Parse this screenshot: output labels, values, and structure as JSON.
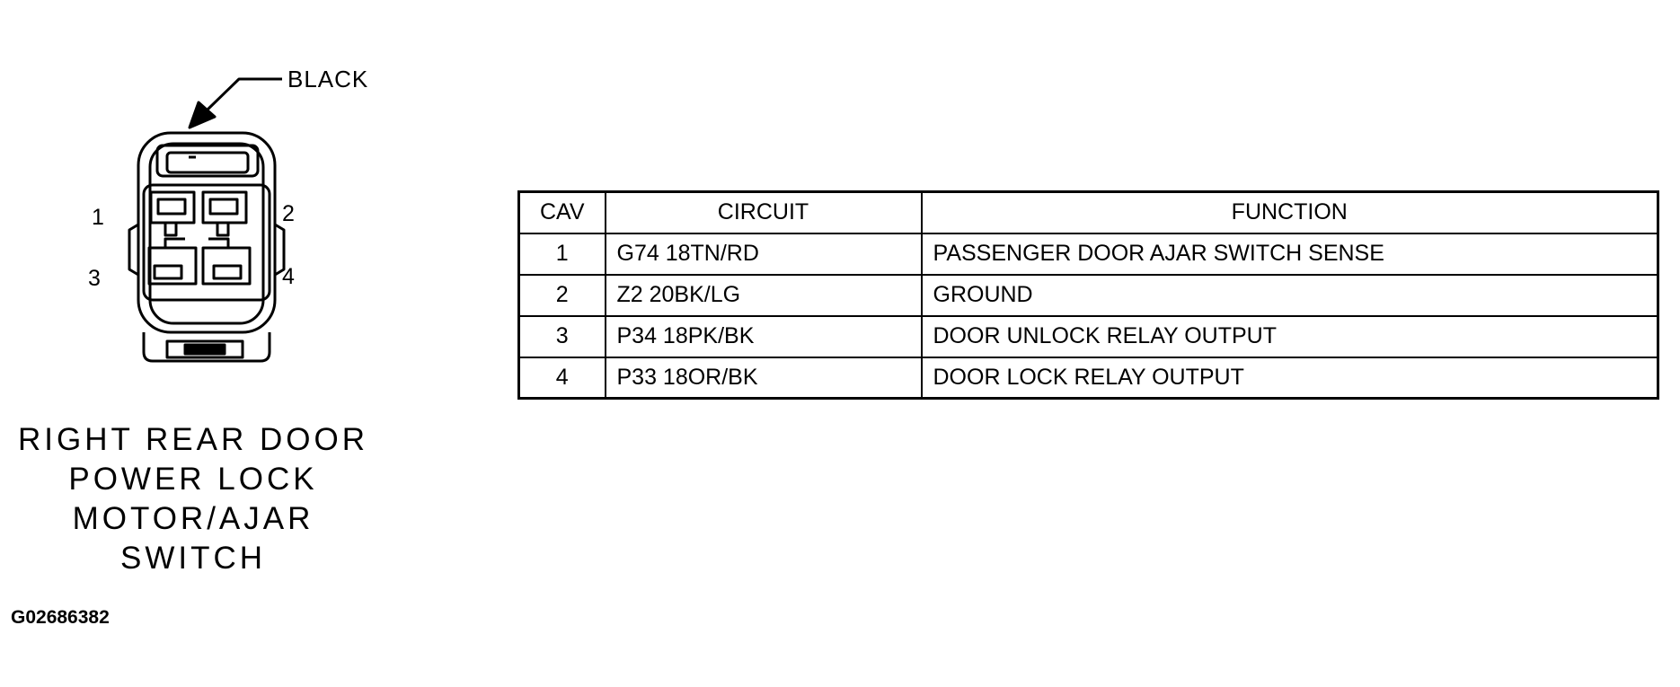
{
  "connector": {
    "color_label": "BLACK",
    "pins": {
      "p1": "1",
      "p2": "2",
      "p3": "3",
      "p4": "4"
    },
    "title_lines": [
      "RIGHT REAR DOOR",
      "POWER LOCK",
      "MOTOR/AJAR",
      "SWITCH"
    ]
  },
  "figure_id": "G02686382",
  "table": {
    "headers": {
      "cav": "CAV",
      "circuit": "CIRCUIT",
      "function": "FUNCTION"
    },
    "rows": [
      {
        "cav": "1",
        "circuit": "G74 18TN/RD",
        "function": "PASSENGER DOOR AJAR SWITCH SENSE"
      },
      {
        "cav": "2",
        "circuit": "Z2 20BK/LG",
        "function": "GROUND"
      },
      {
        "cav": "3",
        "circuit": "P34 18PK/BK",
        "function": "DOOR UNLOCK RELAY OUTPUT"
      },
      {
        "cav": "4",
        "circuit": "P33 18OR/BK",
        "function": "DOOR LOCK RELAY OUTPUT"
      }
    ]
  }
}
